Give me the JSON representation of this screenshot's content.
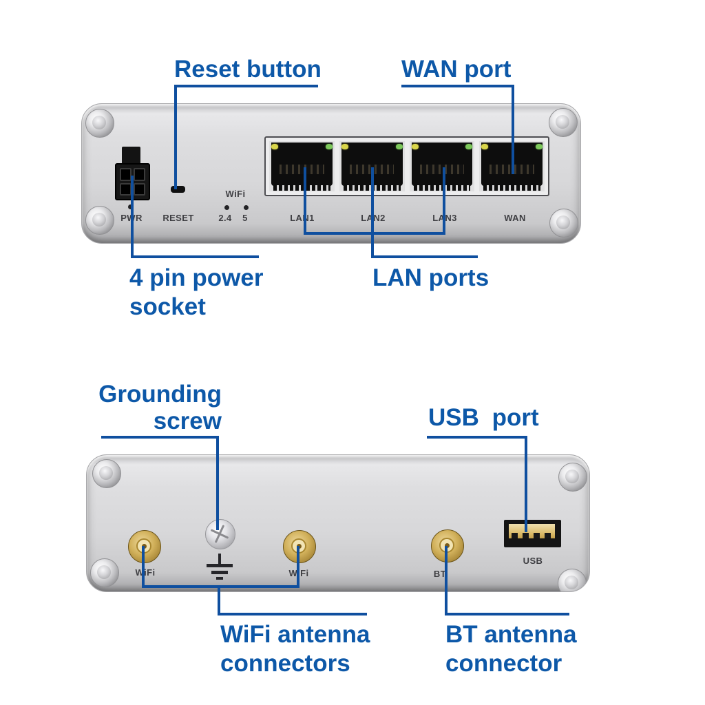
{
  "diagram_title": "Router front and back panel connector diagram",
  "colors": {
    "callout_text_blue": "#0d58a8",
    "leader_line_blue": "#0f4f9f",
    "chassis_gray": "#d7d7d9",
    "led_yellow": "#d9d54b",
    "led_green": "#7cc75a",
    "sma_gold": "#d1b05a",
    "panel_text": "#3e3e42"
  },
  "front_panel": {
    "callouts": {
      "reset": "Reset button",
      "wan": "WAN port",
      "power_line1": "4 pin power",
      "power_line2": "socket",
      "lan": "LAN ports"
    },
    "silkscreen": {
      "pwr": "PWR",
      "reset": "RESET",
      "wifi": "WiFi",
      "wifi_24": "2.4",
      "wifi_5": "5"
    },
    "port_labels": [
      "LAN1",
      "LAN2",
      "LAN3",
      "WAN"
    ]
  },
  "back_panel": {
    "callouts": {
      "grounding_line1": "Grounding",
      "grounding_line2": "screw",
      "usb": "USB port",
      "wifi_line1": "WiFi antenna",
      "wifi_line2": "connectors",
      "bt_line1": "BT antenna",
      "bt_line2": "connector"
    },
    "silkscreen": {
      "wifi1": "WiFi",
      "wifi2": "WiFi",
      "bt": "BT",
      "usb": "USB"
    }
  }
}
